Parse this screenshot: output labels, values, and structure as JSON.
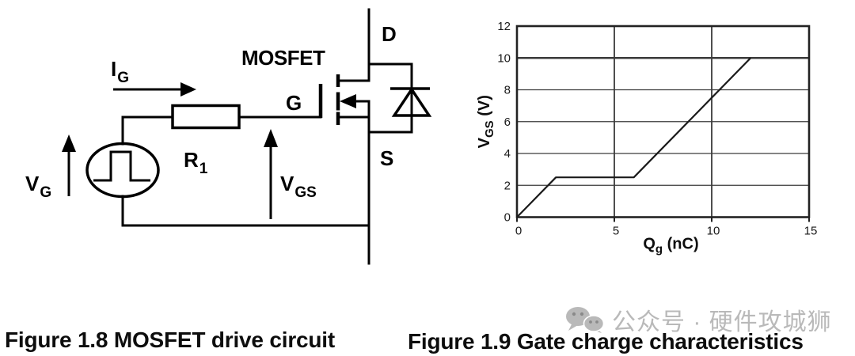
{
  "page": {
    "background": "#ffffff"
  },
  "figure_drive_circuit": {
    "caption": "Figure 1.8 MOSFET drive circuit",
    "labels": {
      "current": {
        "main": "I",
        "sub": "G"
      },
      "resistor": {
        "main": "R",
        "sub": "1"
      },
      "source_voltage": {
        "main": "V",
        "sub": "G"
      },
      "gate_source_voltage": {
        "main": "V",
        "sub": "GS"
      },
      "mosfet": "MOSFET",
      "gate": "G",
      "drain": "D",
      "source": "S"
    }
  },
  "figure_gate_charge": {
    "caption": "Figure 1.9 Gate charge characteristics"
  },
  "watermark": {
    "icon": "wechat-icon",
    "text": "公众号 · 硬件攻城狮",
    "color": "#b9b9b9"
  },
  "chart_data": {
    "type": "line",
    "title": "",
    "xlabel": "Qg (nC)",
    "ylabel": "VGS (V)",
    "xlabel_parts": {
      "main": "Q",
      "sub": "g",
      "rest": " (nC)"
    },
    "ylabel_parts": {
      "main": "V",
      "sub": "GS",
      "rest": " (V)"
    },
    "xlim": [
      0,
      15
    ],
    "ylim": [
      0,
      12
    ],
    "x_ticks": [
      0,
      5,
      10,
      15
    ],
    "y_ticks": [
      0,
      2,
      4,
      6,
      8,
      10,
      12
    ],
    "grid": true,
    "legend": "none",
    "emphasized_y_gridlines": [
      10
    ],
    "line_color": "#1a1a1a",
    "series": [
      {
        "name": "gate-charge-curve",
        "points": [
          [
            0,
            0
          ],
          [
            2,
            2.5
          ],
          [
            6,
            2.5
          ],
          [
            12,
            10
          ]
        ]
      }
    ]
  }
}
